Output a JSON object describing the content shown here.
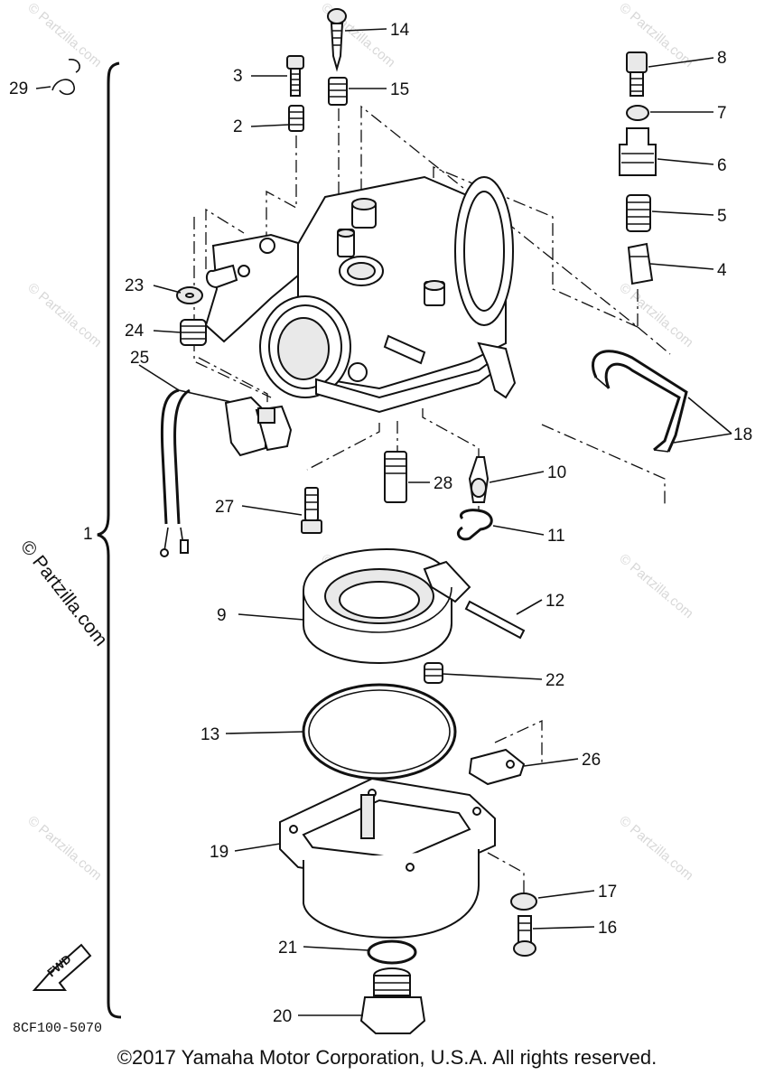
{
  "diagram_code": "8CF100-5070",
  "fwd_label": "FWD",
  "copyright": "©2017 Yamaha Motor Corporation, U.S.A. All rights reserved.",
  "side_watermark": "© Partzilla.com",
  "watermark_text": "© Partzilla.com",
  "callouts": {
    "c1": "1",
    "c2": "2",
    "c3": "3",
    "c4": "4",
    "c5": "5",
    "c6": "6",
    "c7": "7",
    "c8": "8",
    "c9": "9",
    "c10": "10",
    "c11": "11",
    "c12": "12",
    "c13": "13",
    "c14": "14",
    "c15": "15",
    "c16": "16",
    "c17": "17",
    "c18": "18",
    "c19": "19",
    "c20": "20",
    "c21": "21",
    "c22": "22",
    "c23": "23",
    "c24": "24",
    "c25": "25",
    "c26": "26",
    "c27": "27",
    "c28": "28",
    "c29": "29"
  }
}
